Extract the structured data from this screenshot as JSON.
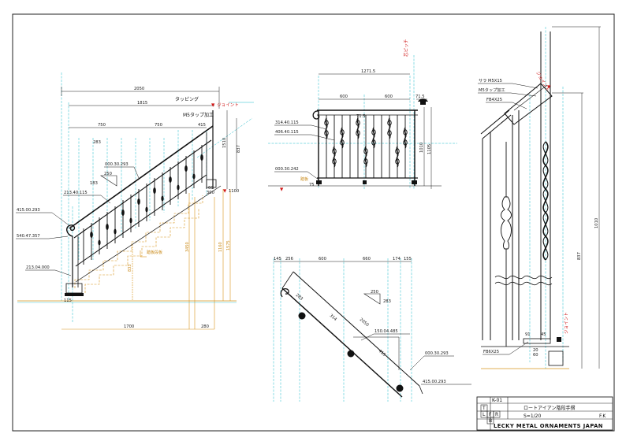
{
  "colors": {
    "frame": "#222222",
    "rail": "#111111",
    "dim_dark": "#1b1b1b",
    "dim_cyan": "#19b9c9",
    "dim_green": "#22a060",
    "dim_orange": "#d8941c",
    "joint_red": "#d01818"
  },
  "side_view": {
    "total_width": "2050",
    "width_1815": "1815",
    "span_a": "750",
    "span_b": "750",
    "span_c": "415",
    "tapping": "タッピング",
    "tap_m5": "M5タップ加工",
    "joint": "ジョイント",
    "h_1510": "1510",
    "h_837": "837",
    "h_1160": "1160",
    "level_bottom": "1100",
    "w_300": "300",
    "w_280": "280",
    "base_1700": "1700",
    "step_note": "踏板段板",
    "dim_60": "60",
    "dim_115": "115",
    "dim_833": "833",
    "dim_1575": "1575",
    "dim_3450": "3450",
    "small_283": "283",
    "small_183": "183",
    "small_250": "250",
    "p1": "000.30.293",
    "p2": "213.40.115",
    "p3": "415.00.293",
    "p4": "540.47.357",
    "p5": "213.04.000"
  },
  "front_view": {
    "top_width": "1271.5",
    "span_a": "600",
    "span_b": "600",
    "end": "71.5",
    "mid": "71.5",
    "h_1010": "1010",
    "h_1105": "1105",
    "dim_75": "75",
    "p1": "314.40.115",
    "p2": "406.40.115",
    "p3": "000.30.242",
    "bottom_note": "踏板",
    "top_note": "芯ピッチ"
  },
  "plan_view": {
    "d145": "145",
    "d256": "256",
    "d600": "600",
    "d660": "660",
    "d174": "174",
    "d155": "155",
    "d283": "283",
    "d250": "250",
    "d314": "314",
    "d2050": "2050",
    "d415": "415",
    "p1": "150.04.485",
    "p2": "000.30.293",
    "p3": "415.00.293"
  },
  "detail_view": {
    "screw": "サラ M5X15",
    "tap": "M5タップ加工",
    "flat_bar_top": "FB4X25",
    "flat_bar_bottom": "FB6X25",
    "joint_top": "ジョイント",
    "joint_bottom": "ジョイント",
    "h_1010": "1010",
    "h_837": "837",
    "d91": "91",
    "d45": "45",
    "d20": "20",
    "d60": "60"
  },
  "title_block": {
    "drawing_no": "K-01",
    "title": "ロートアイアン階段手摺",
    "scale": "S=1/20",
    "drawer": "F.K",
    "company": "LECKY METAL ORNAMENTS JAPAN",
    "letters": [
      "T",
      "L",
      "F",
      "R",
      "B"
    ]
  }
}
